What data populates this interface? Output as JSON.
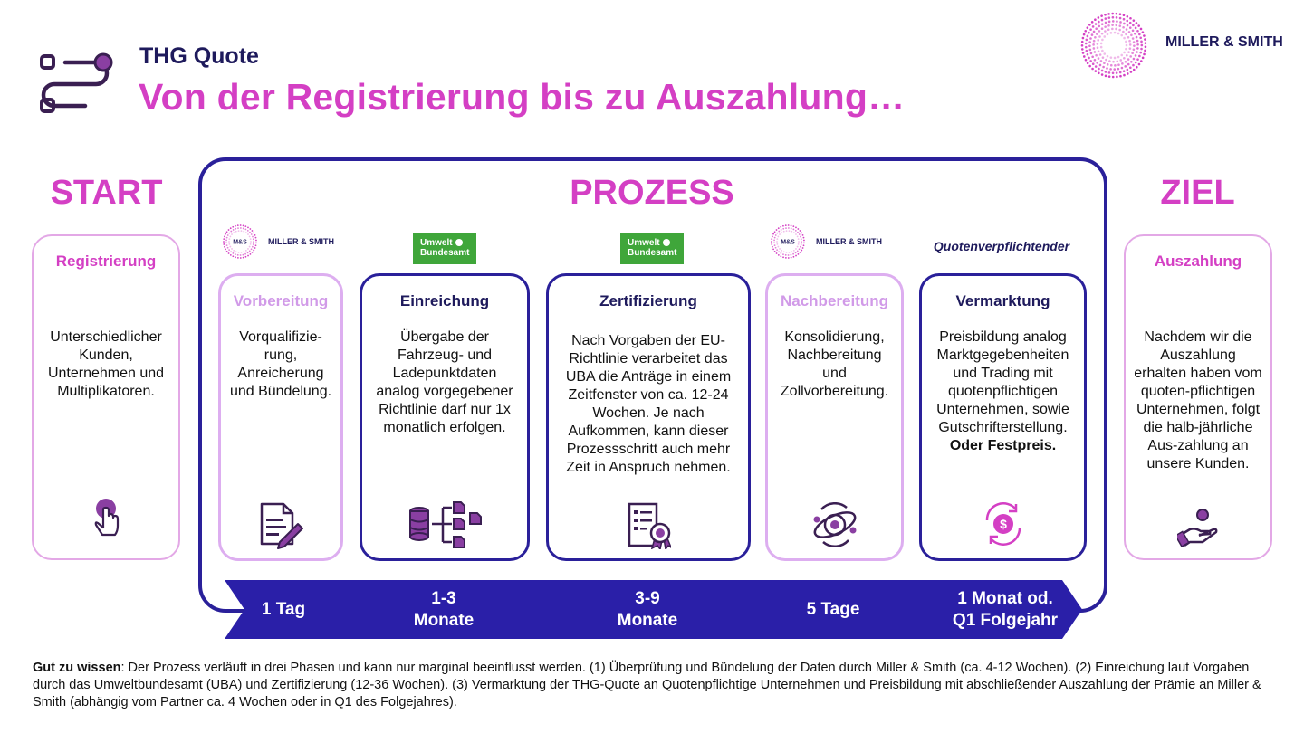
{
  "header": {
    "subtitle": "THG Quote",
    "title": "Von der Registrierung bis zu Auszahlung…",
    "brand": "MILLER & SMITH"
  },
  "sections": {
    "start": "START",
    "prozess": "PROZESS",
    "ziel": "ZIEL"
  },
  "badges": {
    "ms_small": "MILLER & SMITH",
    "ms_mark": "M&S",
    "uba_line1": "Umwelt",
    "uba_line2": "Bundesamt",
    "quoten": "Quotenverpflichtender"
  },
  "cards": [
    {
      "id": "registrierung",
      "title": "Registrierung",
      "body": "Unterschiedlicher Kunden, Unternehmen und Multiplikatoren.",
      "icon": "hand-pointer-icon"
    },
    {
      "id": "vorbereitung",
      "title": "Vorbereitung",
      "body": "Vorqualifizie-rung, Anreicherung und Bündelung.",
      "icon": "document-edit-icon"
    },
    {
      "id": "einreichung",
      "title": "Einreichung",
      "body": "Übergabe der Fahrzeug- und Ladepunktdaten analog vorgegebener Richtlinie darf nur 1x monatlich erfolgen.",
      "icon": "database-distribute-icon"
    },
    {
      "id": "zertifizierung",
      "title": "Zertifizierung",
      "body": "Nach Vorgaben der EU-Richtlinie verarbeitet das UBA die Anträge in einem Zeitfenster von ca. 12-24 Wochen. Je nach Aufkommen, kann dieser Prozessschritt auch mehr Zeit in Anspruch nehmen.",
      "icon": "certificate-icon"
    },
    {
      "id": "nachbereitung",
      "title": "Nachbereitung",
      "body": "Konsolidierung, Nachbereitung und Zollvorbereitung.",
      "icon": "orbit-icon"
    },
    {
      "id": "vermarktung",
      "title": "Vermarktung",
      "body": "Preisbildung analog Marktgegebenheiten und Trading mit quotenpflichtigen Unternehmen, sowie Gutschrifterstellung.",
      "body_bold": "Oder Festpreis.",
      "icon": "dollar-cycle-icon"
    },
    {
      "id": "auszahlung",
      "title": "Auszahlung",
      "body": "Nachdem wir die Auszahlung erhalten haben vom quoten-pflichtigen Unternehmen, folgt die halb-jährliche Aus-zahlung an unsere Kunden.",
      "icon": "hand-coin-icon"
    }
  ],
  "timeline": {
    "t1": "1 Tag",
    "t2a": "1-3",
    "t2b": "Monate",
    "t3a": "3-9",
    "t3b": "Monate",
    "t4": "5 Tage",
    "t5a": "1 Monat od.",
    "t5b": "Q1 Folgejahr"
  },
  "footer": {
    "lead": "Gut zu wissen",
    "text": ": Der Prozess verläuft in drei Phasen und kann nur marginal beeinflusst werden. (1) Überprüfung und Bündelung der Daten durch Miller & Smith (ca. 4-12 Wochen). (2) Einreichung laut Vorgaben durch das Umweltbundesamt (UBA) und Zertifizierung (12-36 Wochen). (3) Vermarktung der THG-Quote an Quotenpflichtige Unternehmen und Preisbildung mit abschließender Auszahlung der Prämie an Miller & Smith (abhängig vom Partner ca. 4 Wochen oder in Q1 des Folgejahres)."
  },
  "colors": {
    "magenta": "#d43fc4",
    "navy": "#2a209a",
    "lavender": "#ddaef0",
    "uba_green": "#3fa63a"
  }
}
